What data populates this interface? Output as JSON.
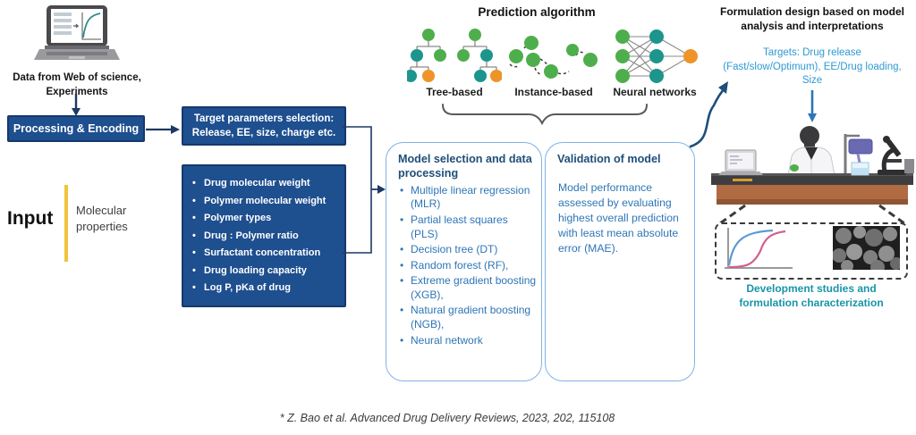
{
  "left": {
    "data_source_label": "Data from Web of science, Experiments",
    "processing_box_label": "Processing & Encoding",
    "target_box_line1": "Target parameters selection:",
    "target_box_line2": "Release, EE, size, charge etc.",
    "input_label": "Input",
    "input_sublabel": "Molecular properties",
    "molecular_properties": [
      "Drug molecular weight",
      "Polymer molecular weight",
      "Polymer types",
      "Drug : Polymer ratio",
      "Surfactant concentration",
      "Drug loading capacity",
      "Log P, pKa of drug"
    ]
  },
  "prediction": {
    "title": "Prediction algorithm",
    "algorithms": [
      {
        "label": "Tree-based",
        "icon": "decision-tree-icon"
      },
      {
        "label": "Instance-based",
        "icon": "scatter-cluster-icon"
      },
      {
        "label": "Neural networks",
        "icon": "neural-network-icon"
      }
    ]
  },
  "model_selection": {
    "title": "Model selection and data processing",
    "items": [
      "Multiple linear regression (MLR)",
      "Partial least squares (PLS)",
      "Decision tree (DT)",
      "Random forest (RF),",
      "Extreme gradient boosting (XGB),",
      "Natural gradient boosting (NGB),",
      "Neural network"
    ]
  },
  "validation": {
    "title": "Validation of model",
    "body": "Model performance assessed by evaluating highest overall prediction with least mean absolute error (MAE)."
  },
  "formulation": {
    "title": "Formulation design based on model analysis and interpretations",
    "targets": "Targets: Drug release (Fast/slow/Optimum), EE/Drug loading, Size",
    "caption": "Development studies and formulation characterization"
  },
  "citation": "* Z. Bao et al. Advanced Drug Delivery Reviews, 2023, 202, 115108",
  "icons": {
    "laptop-data-icon": "laptop with spreadsheet and growth-curve screen",
    "decision-tree-icon": "two small node trees",
    "scatter-cluster-icon": "scattered green instances with dashed links",
    "neural-network-icon": "3-3-1 fully connected network",
    "lab-bench-illustration": "scientist at bench with laptop, stirrer, microscope",
    "release-curves-icon": "drug release curves plot",
    "sem-micrograph-icon": "electron micrograph of spherical particles"
  },
  "colors": {
    "navy_box": "#1e4f8f",
    "dark_arrow": "#1f3864",
    "panel_border": "#7fb3e3",
    "heading_blue": "#1f4e79",
    "body_blue": "#2e75b6",
    "targets_blue": "#2e9ad2",
    "caption_teal": "#1795a8",
    "node_green": "#4fae4c",
    "node_teal": "#1c958c",
    "node_orange": "#ee9428",
    "input_divider_yellow": "#f0c33c"
  }
}
